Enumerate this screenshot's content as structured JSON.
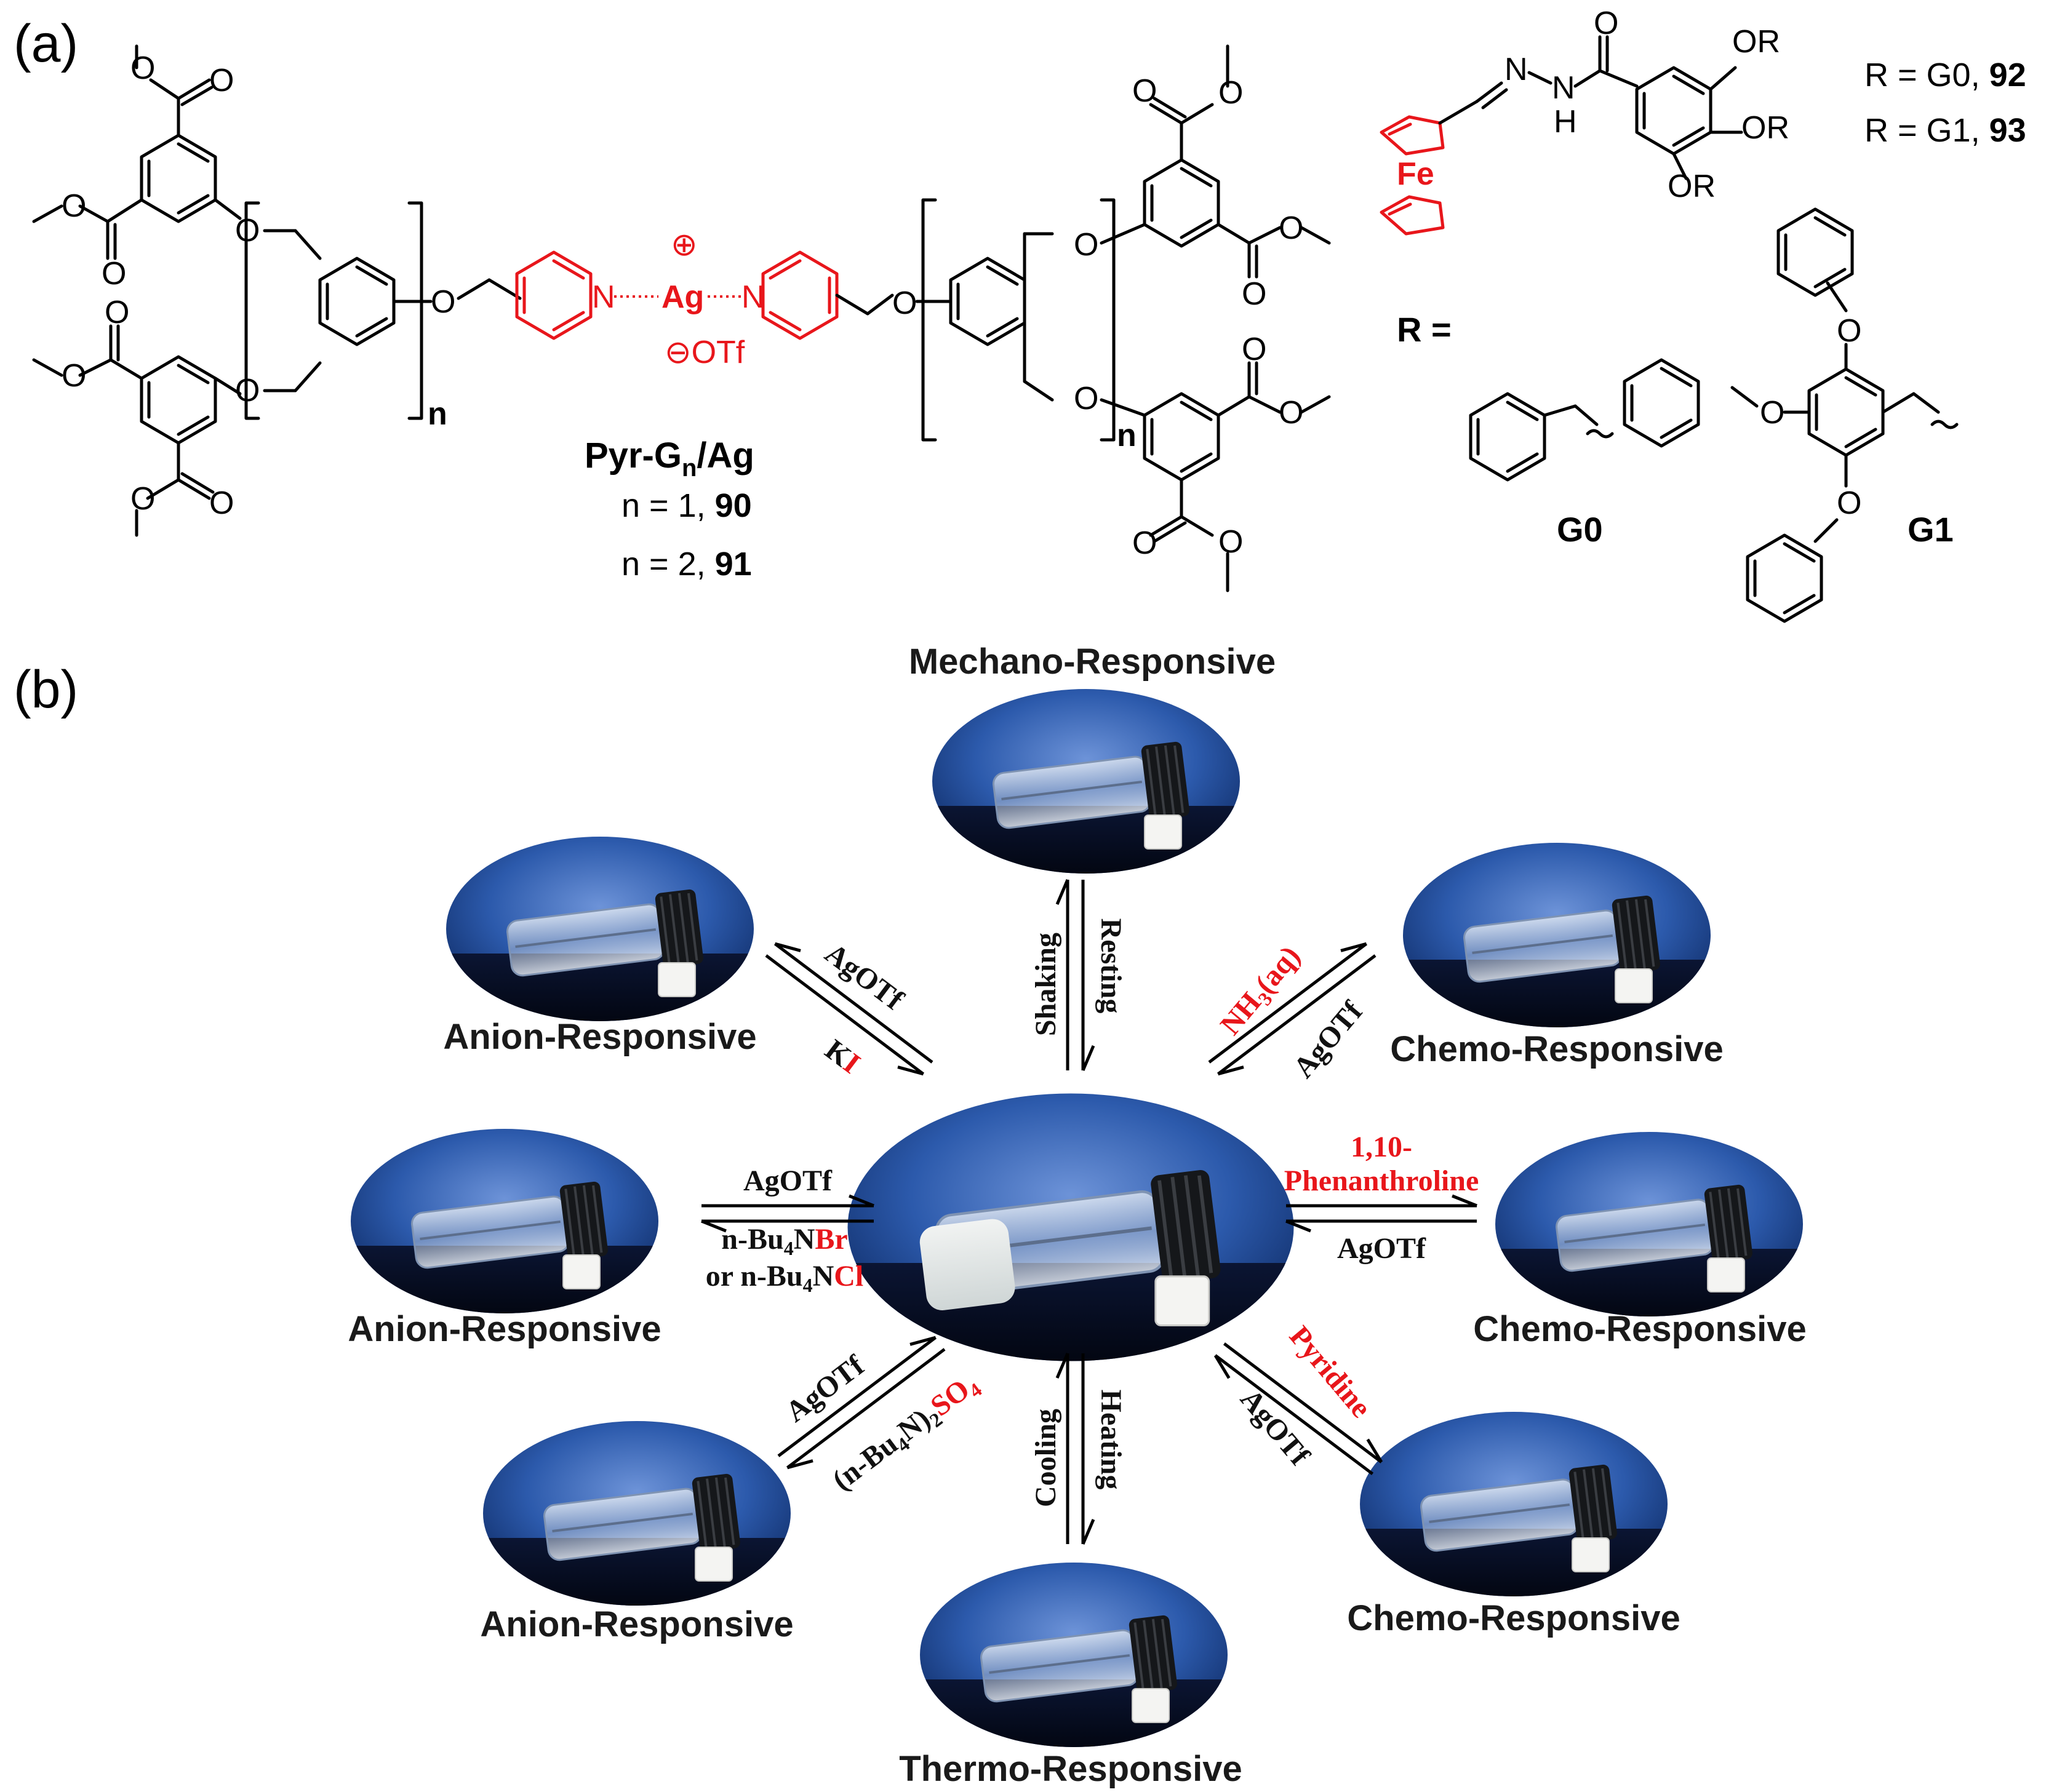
{
  "panel_a": {
    "label": "(a)",
    "left_molecule": {
      "name_main": "Pyr-G",
      "name_sub": "n",
      "name_tail": "/Ag",
      "line1_prefix": "n = 1, ",
      "line1_id": "90",
      "line2_prefix": "n = 2, ",
      "line2_id": "91",
      "metal": "Ag",
      "cation_sign": "⊕",
      "anion": "⊖OTf",
      "repeat_index": "n"
    },
    "right_molecule": {
      "fe": "Fe",
      "r_g0_prefix": "R = G0, ",
      "r_g0_id": "92",
      "r_g1_prefix": "R = G1, ",
      "r_g1_id": "93",
      "r_eq": "R =",
      "g0_label": "G0",
      "g1_label": "G1",
      "or_label": "OR"
    }
  },
  "panel_b": {
    "label": "(b)",
    "responses": {
      "top": "Mechano-Responsive",
      "upper_left": "Anion-Responsive",
      "mid_left": "Anion-Responsive",
      "lower_left": "Anion-Responsive",
      "upper_right": "Chemo-Responsive",
      "mid_right": "Chemo-Responsive",
      "lower_right": "Chemo-Responsive",
      "bottom": "Thermo-Responsive"
    },
    "conditions": {
      "top_out": "Shaking",
      "top_in": "Resting",
      "upper_left_out": "AgOTf",
      "upper_left_in_black": "K",
      "upper_left_in_red": "I",
      "mid_left_in": "AgOTf",
      "mid_left_out_1a": "n-Bu",
      "mid_left_out_1sub": "4",
      "mid_left_out_1b": "N",
      "mid_left_out_1red": "Br",
      "mid_left_out_2a": "or n-Bu",
      "mid_left_out_2sub": "4",
      "mid_left_out_2b": "N",
      "mid_left_out_2red": "Cl",
      "lower_left_in": "AgOTf",
      "lower_left_out_a": "(n-Bu",
      "lower_left_out_sub1": "4",
      "lower_left_out_b": "N)",
      "lower_left_out_sub2": "2",
      "lower_left_out_red": "SO",
      "lower_left_out_red_sub": "4",
      "upper_right_out_a": "NH",
      "upper_right_out_sub": "3",
      "upper_right_out_b": "(aq)",
      "upper_right_in": "AgOTf",
      "mid_right_out_1": "1,10-",
      "mid_right_out_2": "Phenanthroline",
      "mid_right_in": "AgOTf",
      "lower_right_out": "Pyridine",
      "lower_right_in": "AgOTf",
      "bottom_out": "Heating",
      "bottom_in": "Cooling"
    }
  },
  "colors": {
    "highlight": "#e8161b",
    "photo_blue": "#1f4fa0",
    "text": "#000000"
  }
}
